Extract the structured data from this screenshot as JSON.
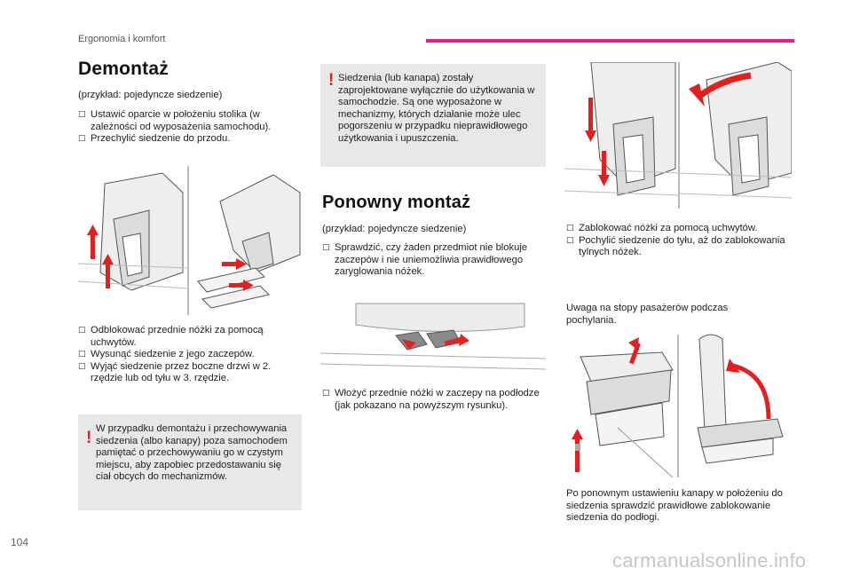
{
  "header": {
    "section": "Ergonomia i komfort"
  },
  "page_number": "104",
  "watermark": "carmanualsonline.info",
  "removal": {
    "title": "Demontaż",
    "example": "(przykład: pojedyncze siedzenie)",
    "steps_a": [
      "Ustawić oparcie w położeniu stolika (w zależności od wyposażenia samochodu).",
      "Przechylić siedzenie do przodu."
    ],
    "steps_b": [
      "Odblokować przednie nóżki za pomocą uchwytów.",
      "Wysunąć siedzenie z jego zaczepów.",
      "Wyjąć siedzenie przez boczne drzwi w 2. rzędzie lub od tyłu w 3. rzędzie."
    ],
    "warning": "W przypadku demontażu i przechowywania siedzenia (albo kanapy) poza samochodem pamiętać o przechowywaniu go w czystym miejscu, aby zapobiec przedostawaniu się ciał obcych do mechanizmów."
  },
  "design_warning": "Siedzenia (lub kanapa) zostały zaprojektowane wyłącznie do użytkowania w samochodzie. Są one wyposażone w mechanizmy, których działanie może ulec pogorszeniu w przypadku nieprawidłowego użytkowania i upuszczenia.",
  "refit": {
    "title": "Ponowny montaż",
    "example": "(przykład: pojedyncze siedzenie)",
    "steps_a": [
      "Sprawdzić, czy żaden przedmiot nie blokuje zaczepów i nie uniemożliwia prawidłowego zaryglowania nóżek."
    ],
    "steps_b": [
      "Włożyć przednie nóżki w zaczepy na podłodze (jak pokazano na powyższym rysunku)."
    ]
  },
  "right": {
    "steps": [
      "Zablokować nóżki za pomocą uchwytów.",
      "Pochylić siedzenie do tyłu, aż do zablokowania tylnych nóżek."
    ],
    "caution": "Uwaga na stopy pasażerów podczas pochylania.",
    "final_note": "Po ponownym ustawieniu kanapy w położeniu do siedzenia sprawdzić prawidłowe zablokowanie siedzenia do podłogi."
  },
  "colors": {
    "accent": "#e0218a",
    "arrow": "#e32020",
    "warning_bg": "#e8e8e8"
  }
}
